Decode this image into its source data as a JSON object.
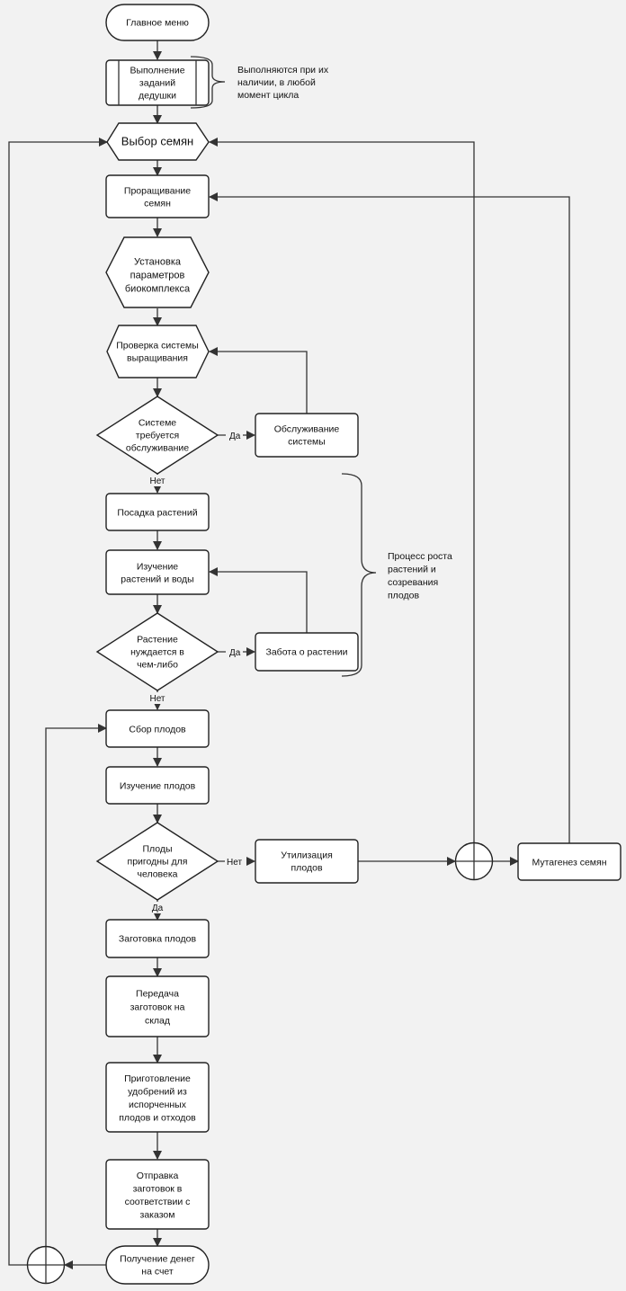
{
  "nodes": {
    "main_menu": [
      "Главное меню"
    ],
    "grandfather_tasks": [
      "Выполнение",
      "заданий",
      "дедушки"
    ],
    "seed_choice": [
      "Выбор семян"
    ],
    "seed_germination": [
      "Проращивание",
      "семян"
    ],
    "biocomplex_setup": [
      "Установка",
      "параметров",
      "биокомплекса"
    ],
    "growing_check": [
      "Проверка системы",
      "выращивания"
    ],
    "needs_service": [
      "Системе",
      "требуется",
      "обслуживание"
    ],
    "system_service": [
      "Обслуживание",
      "системы"
    ],
    "planting": [
      "Посадка растений"
    ],
    "plant_study": [
      "Изучение",
      "растений и воды"
    ],
    "plant_needs": [
      "Растение",
      "нуждается в",
      "чем-либо"
    ],
    "plant_care": [
      "Забота о растении"
    ],
    "harvest": [
      "Сбор плодов"
    ],
    "fruit_study": [
      "Изучение плодов"
    ],
    "fruit_fit": [
      "Плоды",
      "пригодны для",
      "человека"
    ],
    "fruit_disposal": [
      "Утилизация",
      "плодов"
    ],
    "seed_mutagenesis": [
      "Мутагенез семян"
    ],
    "fruit_preserve": [
      "Заготовка плодов"
    ],
    "warehouse_transfer": [
      "Передача",
      "заготовок на",
      "склад"
    ],
    "fertilizer": [
      "Приготовление",
      "удобрений из",
      "испорченных",
      "плодов и отходов"
    ],
    "order_shipment": [
      "Отправка",
      "заготовок в",
      "соответствии с",
      "заказом"
    ],
    "payment": [
      "Получение денег",
      "на счет"
    ]
  },
  "edge_labels": {
    "service_yes": "Да",
    "service_no": "Нет",
    "plant_yes": "Да",
    "plant_no": "Нет",
    "fruit_no": "Нет",
    "fruit_yes": "Да"
  },
  "annotations": {
    "grandfather_note": [
      "Выполняются при их",
      "наличии, в любой",
      "момент цикла"
    ],
    "growth_note": [
      "Процесс роста",
      "растений и",
      "созревания",
      "плодов"
    ]
  }
}
